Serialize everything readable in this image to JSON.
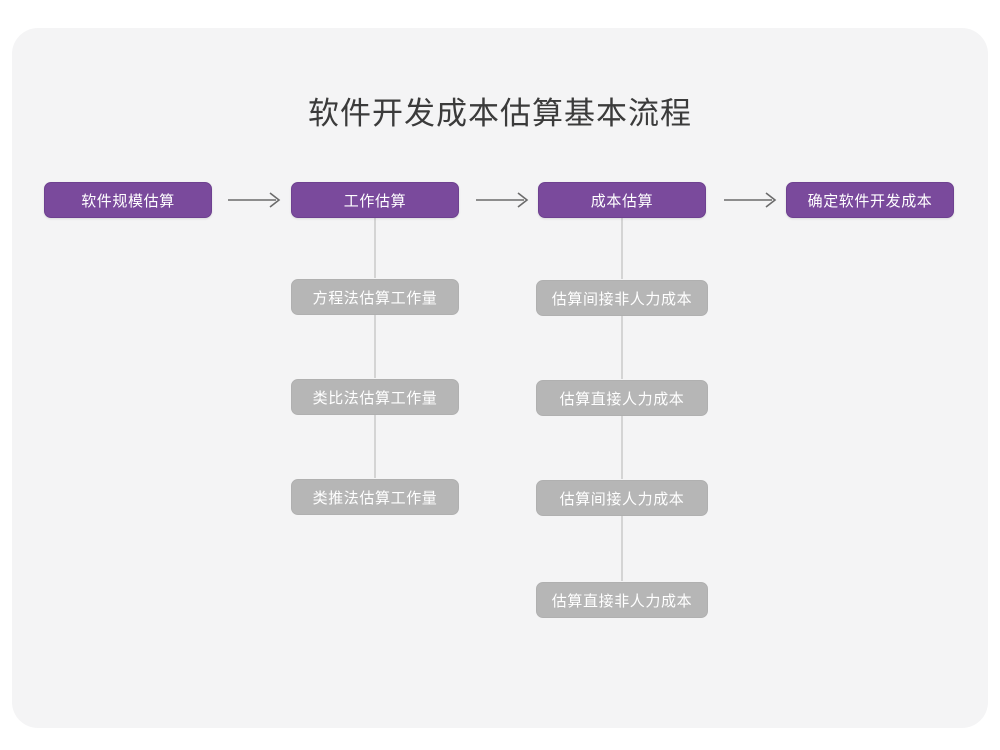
{
  "diagram": {
    "title": "软件开发成本估算基本流程",
    "type": "flow-diagram",
    "colors": {
      "page_background": "#ffffff",
      "card_background": "#f4f4f5",
      "stage_fill": "#7a4a9c",
      "stage_text": "#ffffff",
      "substep_fill": "#b6b6b6",
      "substep_text": "#ffffff",
      "connector": "#d4d4d4",
      "arrow": "#6b6b6b",
      "title_text": "#3b3b3b"
    },
    "stages": [
      {
        "id": "stage-1",
        "label": "软件规模估算",
        "substeps": []
      },
      {
        "id": "stage-2",
        "label": "工作估算",
        "substeps": [
          {
            "id": "stage-2-sub-1",
            "label": "方程法估算工作量"
          },
          {
            "id": "stage-2-sub-2",
            "label": "类比法估算工作量"
          },
          {
            "id": "stage-2-sub-3",
            "label": "类推法估算工作量"
          }
        ]
      },
      {
        "id": "stage-3",
        "label": "成本估算",
        "substeps": [
          {
            "id": "stage-3-sub-1",
            "label": "估算间接非人力成本"
          },
          {
            "id": "stage-3-sub-2",
            "label": "估算直接人力成本"
          },
          {
            "id": "stage-3-sub-3",
            "label": "估算间接人力成本"
          },
          {
            "id": "stage-3-sub-4",
            "label": "估算直接非人力成本"
          }
        ]
      },
      {
        "id": "stage-4",
        "label": "确定软件开发成本",
        "substeps": []
      }
    ],
    "arrows": [
      {
        "id": "arrow-1",
        "from": "stage-1",
        "to": "stage-2",
        "glyph": "arrow-right-icon"
      },
      {
        "id": "arrow-2",
        "from": "stage-2",
        "to": "stage-3",
        "glyph": "arrow-right-icon"
      },
      {
        "id": "arrow-3",
        "from": "stage-3",
        "to": "stage-4",
        "glyph": "arrow-right-icon"
      }
    ]
  }
}
